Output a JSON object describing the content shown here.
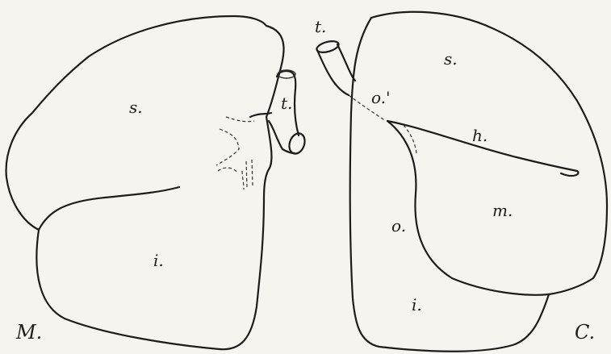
{
  "figure": {
    "left_specimen": {
      "caption": "M.",
      "labels": {
        "superior": "s.",
        "inferior": "i.",
        "trachea": "t."
      }
    },
    "right_specimen": {
      "caption": "C.",
      "labels": {
        "trachea": "t.",
        "superior": "s.",
        "opening_upper": "o.'",
        "horizontal": "h.",
        "middle": "m.",
        "opening": "o.",
        "inferior": "i."
      }
    }
  },
  "colors": {
    "paper": "#f6f4ee",
    "ink": "#1c1c1c"
  }
}
